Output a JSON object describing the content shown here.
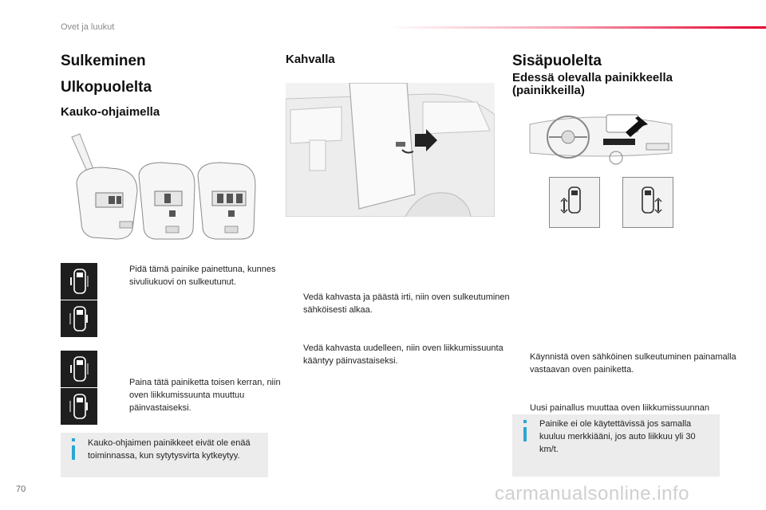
{
  "header": {
    "section": "Ovet ja luukut"
  },
  "page_number": "70",
  "watermark": "carmanualsonline.info",
  "col1": {
    "title": "Sulkeminen",
    "subtitle": "Ulkopuolelta",
    "subsubtitle": "Kauko-ohjaimella",
    "bullet1": "Pidä tämä painike painettuna, kunnes sivuliukuovi on sulkeutunut.",
    "bullet2": "Paina tätä painiketta toisen kerran, niin oven liikkumissuunta muuttuu päinvastaiseksi.",
    "note": "Kauko-ohjaimen painikkeet eivät ole enää toiminnassa, kun sytytysvirta kytkeytyy."
  },
  "col2": {
    "title": "Kahvalla",
    "bullet1": "Vedä kahvasta ja päästä irti, niin oven sulkeutuminen sähköisesti alkaa.",
    "bullet2": "Vedä kahvasta uudelleen, niin oven liikkumissuunta kääntyy päinvastaiseksi."
  },
  "col3": {
    "title": "Sisäpuolelta",
    "subtitle": "Edessä olevalla painikkeella (painikkeilla)",
    "bullet1": "Käynnistä oven sähköinen sulkeutuminen painamalla vastaavan oven painiketta.",
    "bullet2": "Uusi painallus muuttaa oven liikkumissuunnan päinvastaiseksi.",
    "note": "Painike ei ole käytettävissä jos samalla kuuluu merkkiääni, jos auto liikkuu yli 30 km/t."
  },
  "bullet_glyph": "",
  "colors": {
    "accent_red": "#e4002d",
    "info_blue": "#2aa6d6",
    "icon_dark": "#1e1e1e",
    "note_bg": "#ececec"
  }
}
